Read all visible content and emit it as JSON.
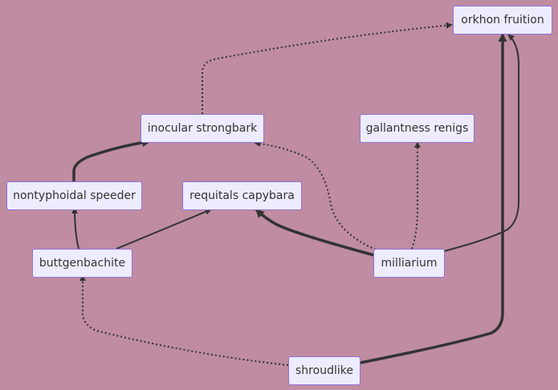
{
  "colors": {
    "background": "#bf8ca1",
    "node_fill": "#ececfe",
    "node_border": "#9370db",
    "edge": "#333333",
    "text": "#333333"
  },
  "nodes": {
    "orkhon_fruition": "orkhon fruition",
    "inocular_strongbark": "inocular strongbark",
    "gallantness_renigs": "gallantness renigs",
    "nontyphoidal_speeder": "nontyphoidal speeder",
    "requitals_capybara": "requitals capybara",
    "buttgenbachite": "buttgenbachite",
    "milliarium": "milliarium",
    "shroudlike": "shroudlike"
  },
  "edges": [
    {
      "from": "inocular strongbark",
      "to": "orkhon fruition",
      "style": "dotted"
    },
    {
      "from": "milliarium",
      "to": "inocular strongbark",
      "style": "dotted"
    },
    {
      "from": "milliarium",
      "to": "gallantness renigs",
      "style": "dotted"
    },
    {
      "from": "milliarium",
      "to": "requitals capybara",
      "style": "thick"
    },
    {
      "from": "milliarium",
      "to": "orkhon fruition",
      "style": "normal"
    },
    {
      "from": "nontyphoidal speeder",
      "to": "inocular strongbark",
      "style": "thick"
    },
    {
      "from": "buttgenbachite",
      "to": "nontyphoidal speeder",
      "style": "normal"
    },
    {
      "from": "buttgenbachite",
      "to": "requitals capybara",
      "style": "normal"
    },
    {
      "from": "shroudlike",
      "to": "buttgenbachite",
      "style": "dotted"
    },
    {
      "from": "shroudlike",
      "to": "orkhon fruition",
      "style": "thick"
    }
  ]
}
